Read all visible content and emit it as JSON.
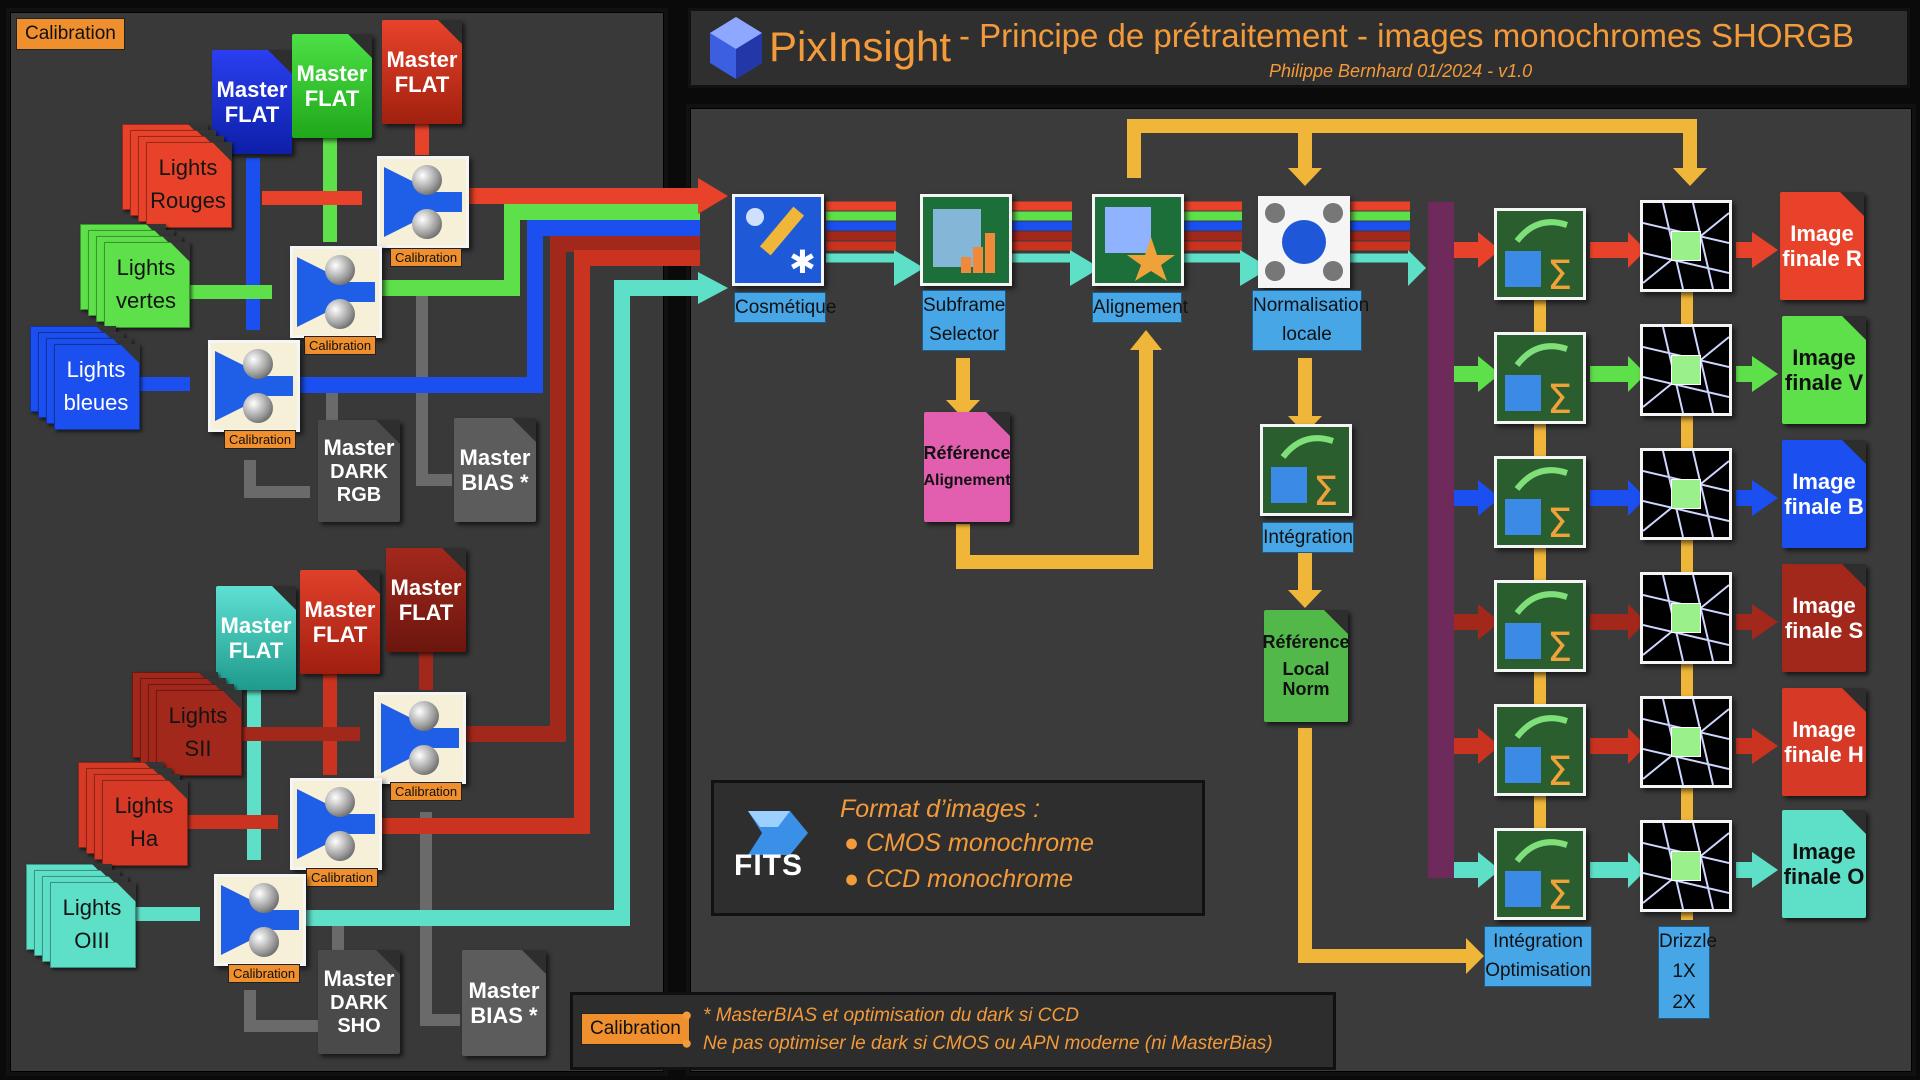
{
  "title": {
    "brand": "PixInsight",
    "heading": "- Principe de prétraitement - images monochromes SHORGB",
    "author": "Philippe Bernhard 01/2024 - v1.0"
  },
  "calibration_panel": {
    "tag": "Calibration",
    "rgb_group": {
      "flat_blue": [
        "Master",
        "FLAT"
      ],
      "flat_green": [
        "Master",
        "FLAT"
      ],
      "flat_red": [
        "Master",
        "FLAT"
      ],
      "lights_red": [
        "Lights",
        "Rouges"
      ],
      "lights_green": [
        "Lights",
        "vertes"
      ],
      "lights_blue": [
        "Lights",
        "bleues"
      ],
      "dark": [
        "Master",
        "DARK RGB"
      ],
      "bias": [
        "Master",
        "BIAS *"
      ]
    },
    "sho_group": {
      "flat_cyan": [
        "Master",
        "FLAT"
      ],
      "flat_red1": [
        "Master",
        "FLAT"
      ],
      "flat_darkred": [
        "Master",
        "FLAT"
      ],
      "lights_sii": [
        "Lights",
        "SII"
      ],
      "lights_ha": [
        "Lights",
        "Ha"
      ],
      "lights_oiii": [
        "Lights",
        "OIII"
      ],
      "dark": [
        "Master",
        "DARK SHO"
      ],
      "bias": [
        "Master",
        "BIAS *"
      ]
    },
    "calibration_badge": "Calibration"
  },
  "process": {
    "cosmetique": "Cosmétique",
    "subframe": [
      "Subframe",
      "Selector"
    ],
    "reference_alignement": [
      "Référence",
      "Alignement"
    ],
    "alignement": "Alignement",
    "normalisation": [
      "Normalisation",
      "locale"
    ],
    "integration": "Intégration",
    "reference_localnorm": [
      "Référence",
      "Local Norm"
    ],
    "integration_opt": [
      "Intégration",
      "Optimisation"
    ],
    "drizzle": [
      "Drizzle",
      "1X",
      "2X"
    ]
  },
  "outputs": [
    {
      "lines": [
        "Image",
        "finale R"
      ],
      "color": "#e8432a"
    },
    {
      "lines": [
        "Image",
        "finale V"
      ],
      "color": "#5ee04a"
    },
    {
      "lines": [
        "Image",
        "finale B"
      ],
      "color": "#1b4ff0"
    },
    {
      "lines": [
        "Image",
        "finale S"
      ],
      "color": "#a3281c"
    },
    {
      "lines": [
        "Image",
        "finale H"
      ],
      "color": "#d63a26"
    },
    {
      "lines": [
        "Image",
        "finale O"
      ],
      "color": "#5ee0c8"
    }
  ],
  "legend": {
    "logo": "FITS",
    "title": "Format d’images :",
    "items": [
      "CMOS monochrome",
      "CCD monochrome"
    ]
  },
  "footer": {
    "tag": "Calibration",
    "notes": [
      "* MasterBIAS et optimisation du dark si CCD",
      "Ne pas optimiser le dark si CMOS ou APN moderne (ni MasterBias)"
    ]
  },
  "colors": {
    "red": "#e8432a",
    "green": "#5ee04a",
    "blue": "#1b4ff0",
    "darkred": "#a3281c",
    "cyan": "#5ee0c8",
    "orange": "#f0b63a",
    "purple": "#6e2a5a"
  }
}
